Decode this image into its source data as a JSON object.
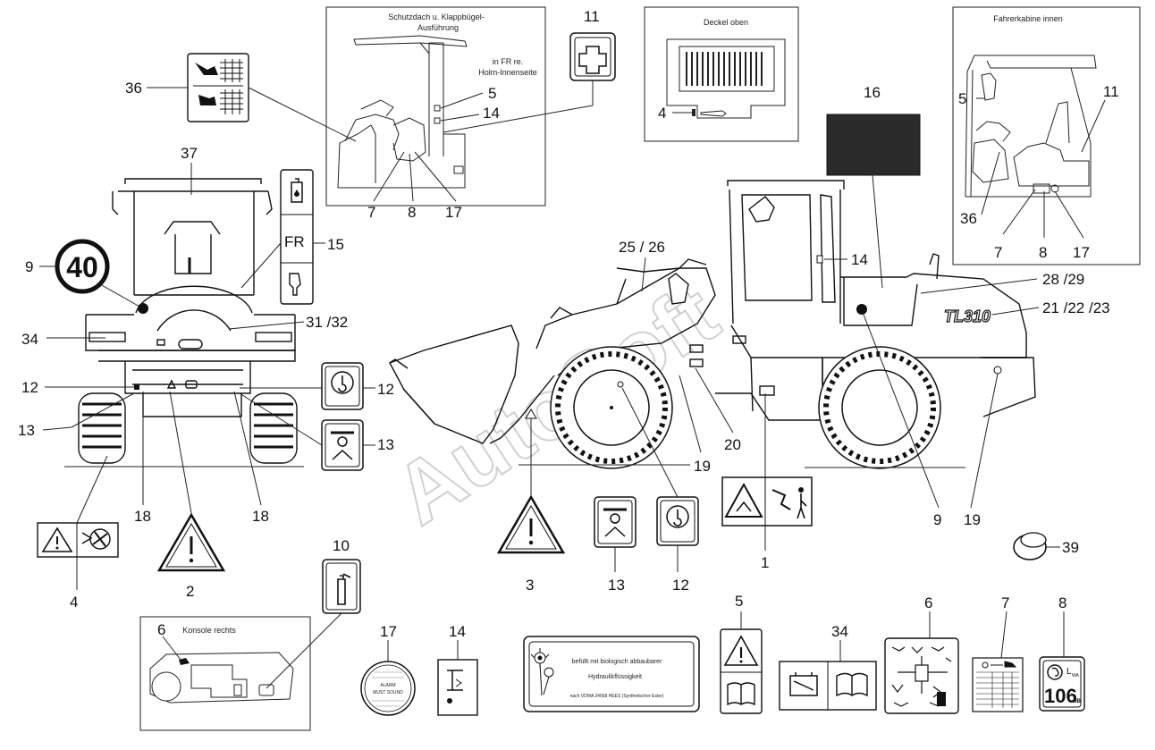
{
  "watermark": "AutoSoft",
  "machine_model": "TL310",
  "insets": {
    "canopy": {
      "title_line1": "Schutzdach u. Klappbügel-",
      "title_line2": "Ausführung",
      "note_line1": "in FR re.",
      "note_line2": "Holm-Innenseite"
    },
    "cover": {
      "title": "Deckel oben"
    },
    "cab": {
      "title": "Fahrerkabine innen"
    },
    "console": {
      "title": "Konsole rechts"
    }
  },
  "decals": {
    "speed_limit": "40",
    "noise_level": "106",
    "noise_unit": "dB",
    "noise_symbol": "L",
    "noise_sub": "WA",
    "hydraulic_line1": "befüllt mit biologisch abbaubarer",
    "hydraulic_line2": "Hydraulikflüssigkeit",
    "hydraulic_line3": "nach VDMA 24568 HEES (Synthetischer Ester)",
    "alarm_title": "ALARM",
    "alarm_sub": "MUST SOUND",
    "fuel_label": "FR"
  },
  "callouts": {
    "c11_top": "11",
    "c5_canopy": "5",
    "c14_canopy": "14",
    "c7_canopy": "7",
    "c8_canopy": "8",
    "c17_canopy": "17",
    "c4_cover": "4",
    "c16": "16",
    "c5_cab": "5",
    "c11_cab": "11",
    "c36_cab": "36",
    "c7_cab": "7",
    "c8_cab": "8",
    "c17_cab": "17",
    "c36_left": "36",
    "c37": "37",
    "c15": "15",
    "c9_left": "9",
    "c34_left": "34",
    "c31_32": "31 /32",
    "c12_left": "12",
    "c12_sign": "12",
    "c13_left": "13",
    "c13_sign": "13",
    "c18_left": "18",
    "c18_right": "18",
    "c4_bottom": "4",
    "c2": "2",
    "c25_26": "25 / 26",
    "c14_mid": "14",
    "c28_29": "28 /29",
    "c21_23": "21 /22 /23",
    "c20": "20",
    "c19_mid": "19",
    "c19_right": "19",
    "c9_right": "9",
    "c1": "1",
    "c39": "39",
    "c3": "3",
    "c13_mid": "13",
    "c12_mid": "12",
    "c10": "10",
    "c6_console": "6",
    "c17_bottom": "17",
    "c14_bottom": "14",
    "c5_bottom": "5",
    "c34_bottom": "34",
    "c6_bottom": "6",
    "c7_bottom": "7",
    "c8_bottom": "8"
  }
}
